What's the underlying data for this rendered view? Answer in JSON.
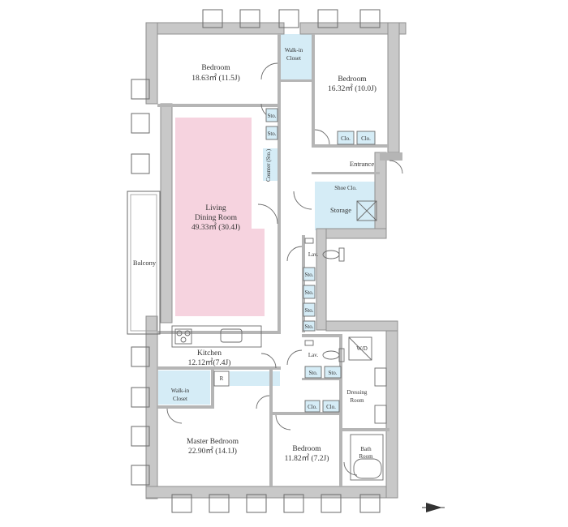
{
  "colors": {
    "wall": "#c8c8c8",
    "wall_edge": "#8f8f8f",
    "line": "#6a6a6a",
    "storage_fill": "#d5ecf6",
    "living_fill": "#f6d3df",
    "text": "#333333"
  },
  "rooms": {
    "bedroom_a": {
      "name": "Bedroom",
      "area": "18.63㎡ (11.5J)"
    },
    "walkin_closet_a": {
      "name_line1": "Walk-in",
      "name_line2": "Closet"
    },
    "bedroom_b": {
      "name": "Bedroom",
      "area": "16.32㎡ (10.0J)"
    },
    "living": {
      "line1": "Living",
      "line2": "Dining Room",
      "area": "49.33㎡ (30.4J)"
    },
    "balcony": {
      "name": "Balcony"
    },
    "entrance": {
      "name": "Entrance"
    },
    "shoe_closet": {
      "name": "Shoe Clo."
    },
    "storage": {
      "name": "Storage"
    },
    "counter_storage": {
      "name": "Counter (Sto.)"
    },
    "kitchen": {
      "name": "Kitchen",
      "area": "12.12㎡(7.4J)"
    },
    "refrigerator": {
      "name": "R"
    },
    "walkin_closet_b": {
      "name_line1": "Walk-in",
      "name_line2": "Closet"
    },
    "master_bedroom": {
      "name": "Master Bedroom",
      "area": "22.90㎡ (14.1J)"
    },
    "bedroom_c": {
      "name": "Bedroom",
      "area": "11.82㎡ (7.2J)"
    },
    "lavatory_a": {
      "name": "Lav."
    },
    "lavatory_b": {
      "name": "Lav."
    },
    "washer_dryer": {
      "name": "W/D"
    },
    "dressing_room": {
      "line1": "Dressing",
      "line2": "Room"
    },
    "bath_room": {
      "line1": "Bath",
      "line2": "Room"
    }
  },
  "storage_labels": {
    "sto": "Sto.",
    "clo": "Clo."
  },
  "compass": {
    "icon": "north-arrow-icon"
  }
}
